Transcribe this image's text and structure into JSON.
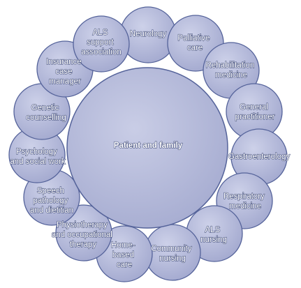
{
  "center": {
    "label": "Patient and family"
  },
  "nodes": [
    {
      "label": "Neurology"
    },
    {
      "label": "Palliative care"
    },
    {
      "label": "Rehabilitation medicine"
    },
    {
      "label": "General practitioner"
    },
    {
      "label": "Gastroenterology"
    },
    {
      "label": "Respiratory medicine"
    },
    {
      "label": "ALS nursing"
    },
    {
      "label": "Community nursing"
    },
    {
      "label": "Home-based care"
    },
    {
      "label": "Physiotherapy and occupational therapy"
    },
    {
      "label": "Speech pathology and dietitian"
    },
    {
      "label": "Psychology and social work"
    },
    {
      "label": "Genetic counselling"
    },
    {
      "label": "Insurance case manager"
    },
    {
      "label": "ALS support association"
    }
  ],
  "colors": {
    "circle_fill_light": "#c9cde6",
    "circle_fill_dark": "#9ea5cc",
    "circle_stroke": "#55639a",
    "text": "#ffffff"
  }
}
